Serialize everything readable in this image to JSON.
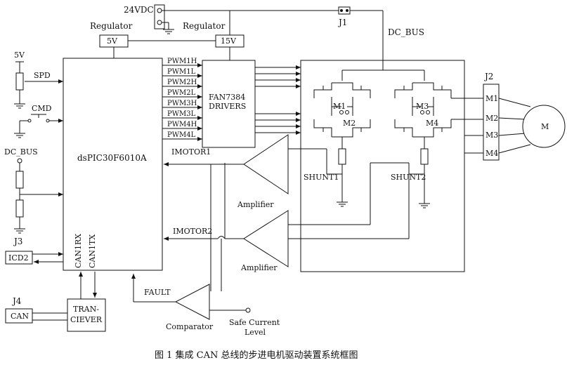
{
  "caption": "图 1   集成 CAN 总线的步进电机驱动装置系统框图",
  "supply": {
    "vin": "24VDC",
    "jumper": "J1",
    "bus": "DC_BUS"
  },
  "regulators": [
    {
      "label": "Regulator",
      "value": "5V"
    },
    {
      "label": "Regulator",
      "value": "15V"
    }
  ],
  "controller": {
    "name": "dsPIC30F6010A",
    "can_rx": "CAN1RX",
    "can_tx": "CAN1TX"
  },
  "inputs": {
    "v5": "5V",
    "spd": "SPD",
    "cmd": "CMD",
    "dcbus": "DC_BUS",
    "j3": "J3",
    "icd": "ICD2"
  },
  "pwm": [
    "PWM1H",
    "PWM1L",
    "PWM2H",
    "PWM2L",
    "PWM3H",
    "PWM3L",
    "PWM4H",
    "PWM4L"
  ],
  "driver": {
    "line1": "FAN7384",
    "line2": "DRIVERS"
  },
  "bridge": {
    "m1": "M1",
    "m2": "M2",
    "m3": "M3",
    "m4": "M4",
    "shunt1": "SHUNT1",
    "shunt2": "SHUNT2"
  },
  "connector": {
    "name": "J2",
    "pins": [
      "M1",
      "M2",
      "M3",
      "M4"
    ],
    "motor": "M"
  },
  "feedback": {
    "imotor1": "IMOTOR1",
    "imotor2": "IMOTOR2",
    "amplifier": "Amplifier",
    "fault": "FAULT"
  },
  "comparator": {
    "label": "Comparator",
    "ref1": "Safe Current",
    "ref2": "Level"
  },
  "can": {
    "j4": "J4",
    "port": "CAN",
    "xcvr1": "TRAN-",
    "xcvr2": "CIEVER"
  }
}
